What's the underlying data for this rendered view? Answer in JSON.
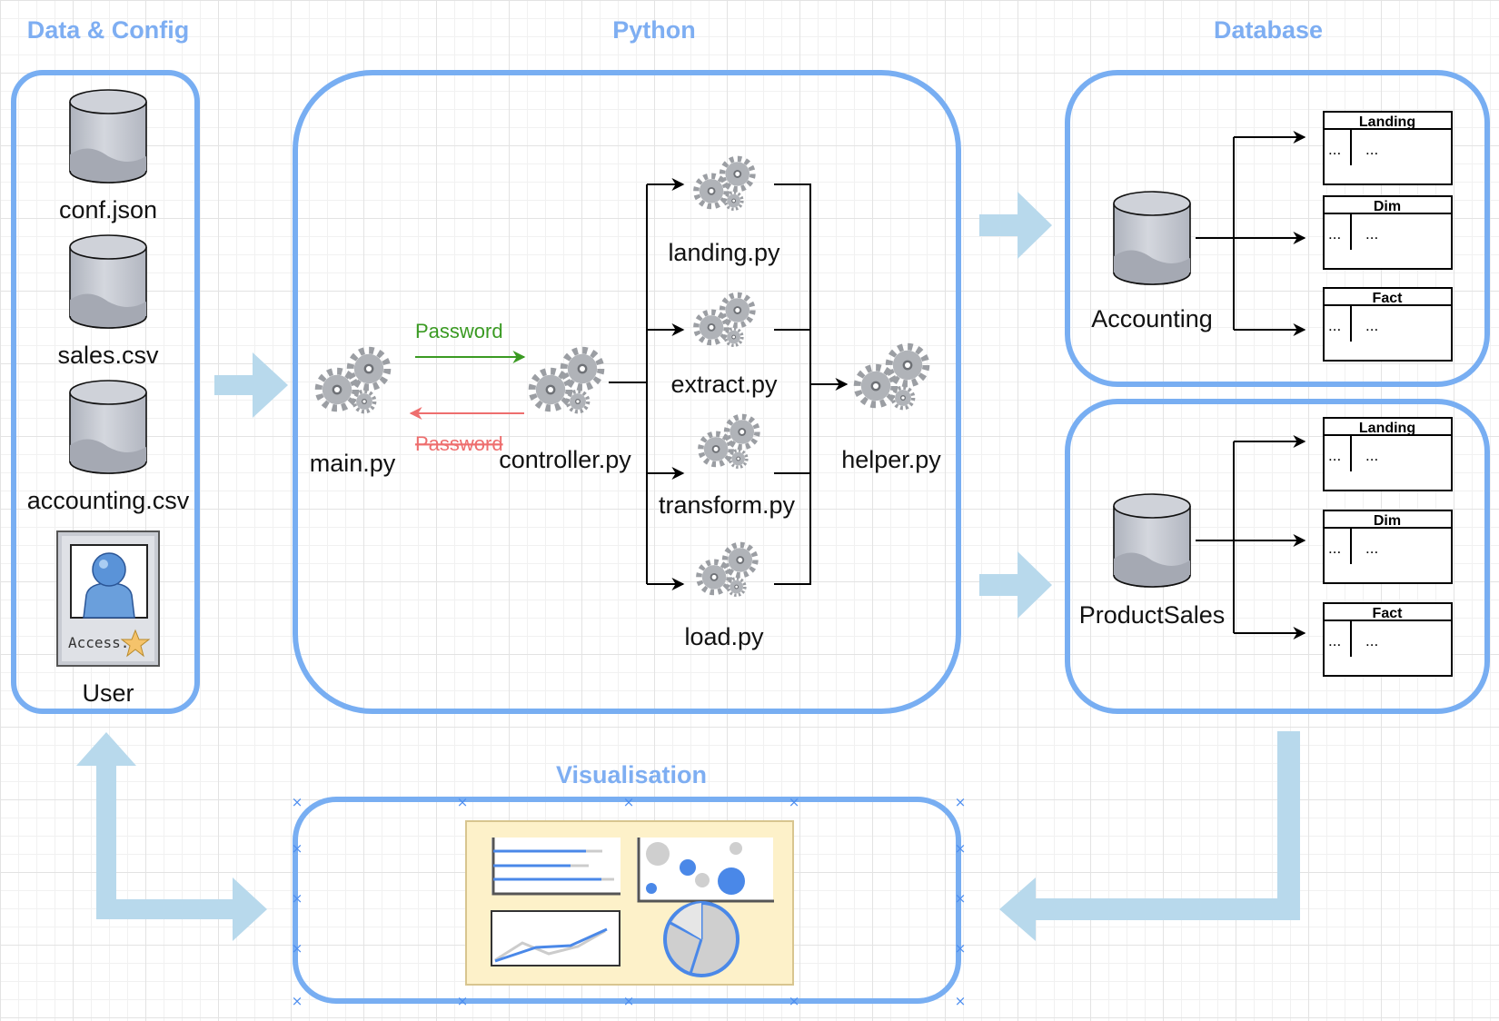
{
  "sections": {
    "data_config": "Data & Config",
    "python": "Python",
    "database": "Database",
    "visualisation": "Visualisation"
  },
  "data_config": {
    "conf": "conf.json",
    "sales": "sales.csv",
    "accounting": "accounting.csv",
    "user": "User",
    "access_label": "Access:"
  },
  "python": {
    "main": "main.py",
    "controller": "controller.py",
    "landing": "landing.py",
    "extract": "extract.py",
    "transform": "transform.py",
    "load": "load.py",
    "helper": "helper.py",
    "password_out": "Password",
    "password_back": "Password"
  },
  "database": {
    "accounting": {
      "name": "Accounting",
      "tables": [
        {
          "title": "Landing",
          "key": "...",
          "value": "..."
        },
        {
          "title": "Dim",
          "key": "...",
          "value": "..."
        },
        {
          "title": "Fact",
          "key": "...",
          "value": "..."
        }
      ]
    },
    "productsales": {
      "name": "ProductSales",
      "tables": [
        {
          "title": "Landing",
          "key": "...",
          "value": "..."
        },
        {
          "title": "Dim",
          "key": "...",
          "value": "..."
        },
        {
          "title": "Fact",
          "key": "...",
          "value": "..."
        }
      ]
    }
  },
  "colors": {
    "group_border": "#78aef2",
    "section_title": "#7eaef2",
    "flow_arrow": "#b8d9ec",
    "password_ok": "#3a9a22",
    "password_back": "#ee6e6e",
    "dashboard_bg": "#fdf1c9"
  },
  "icons": {
    "database": "database-cylinder-icon",
    "gears": "gears-icon",
    "user": "user-badge-icon",
    "star": "star-icon",
    "dashboard": "dashboard-icon"
  }
}
